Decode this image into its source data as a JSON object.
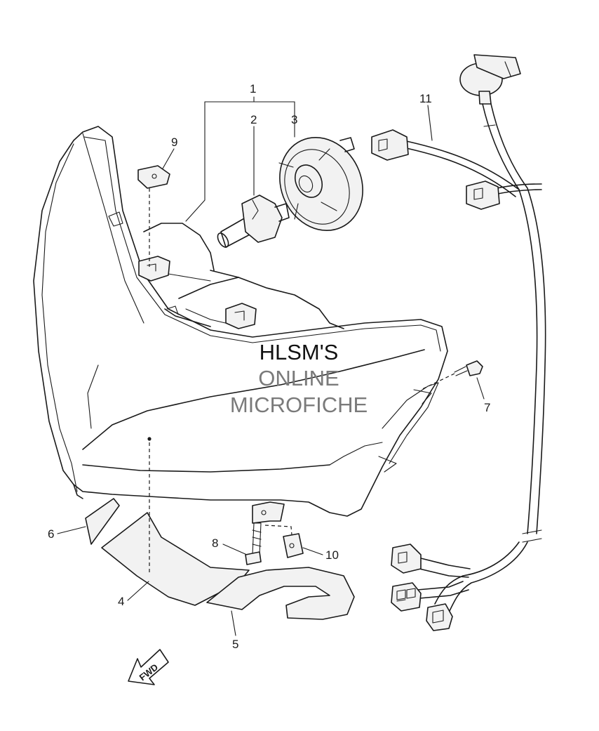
{
  "callouts": [
    {
      "number": "1"
    },
    {
      "number": "2"
    },
    {
      "number": "3"
    },
    {
      "number": "4"
    },
    {
      "number": "5"
    },
    {
      "number": "6"
    },
    {
      "number": "7"
    },
    {
      "number": "8"
    },
    {
      "number": "9"
    },
    {
      "number": "10"
    },
    {
      "number": "11"
    }
  ],
  "watermark": {
    "line1": "HLSM'S",
    "line2": "ONLINE",
    "line3": "MICROFICHE",
    "line1_color": "#111111",
    "line2_color": "#7a7a7a"
  },
  "fwd_arrow": {
    "label": "FWD",
    "icon": "fwd-arrow-icon"
  }
}
